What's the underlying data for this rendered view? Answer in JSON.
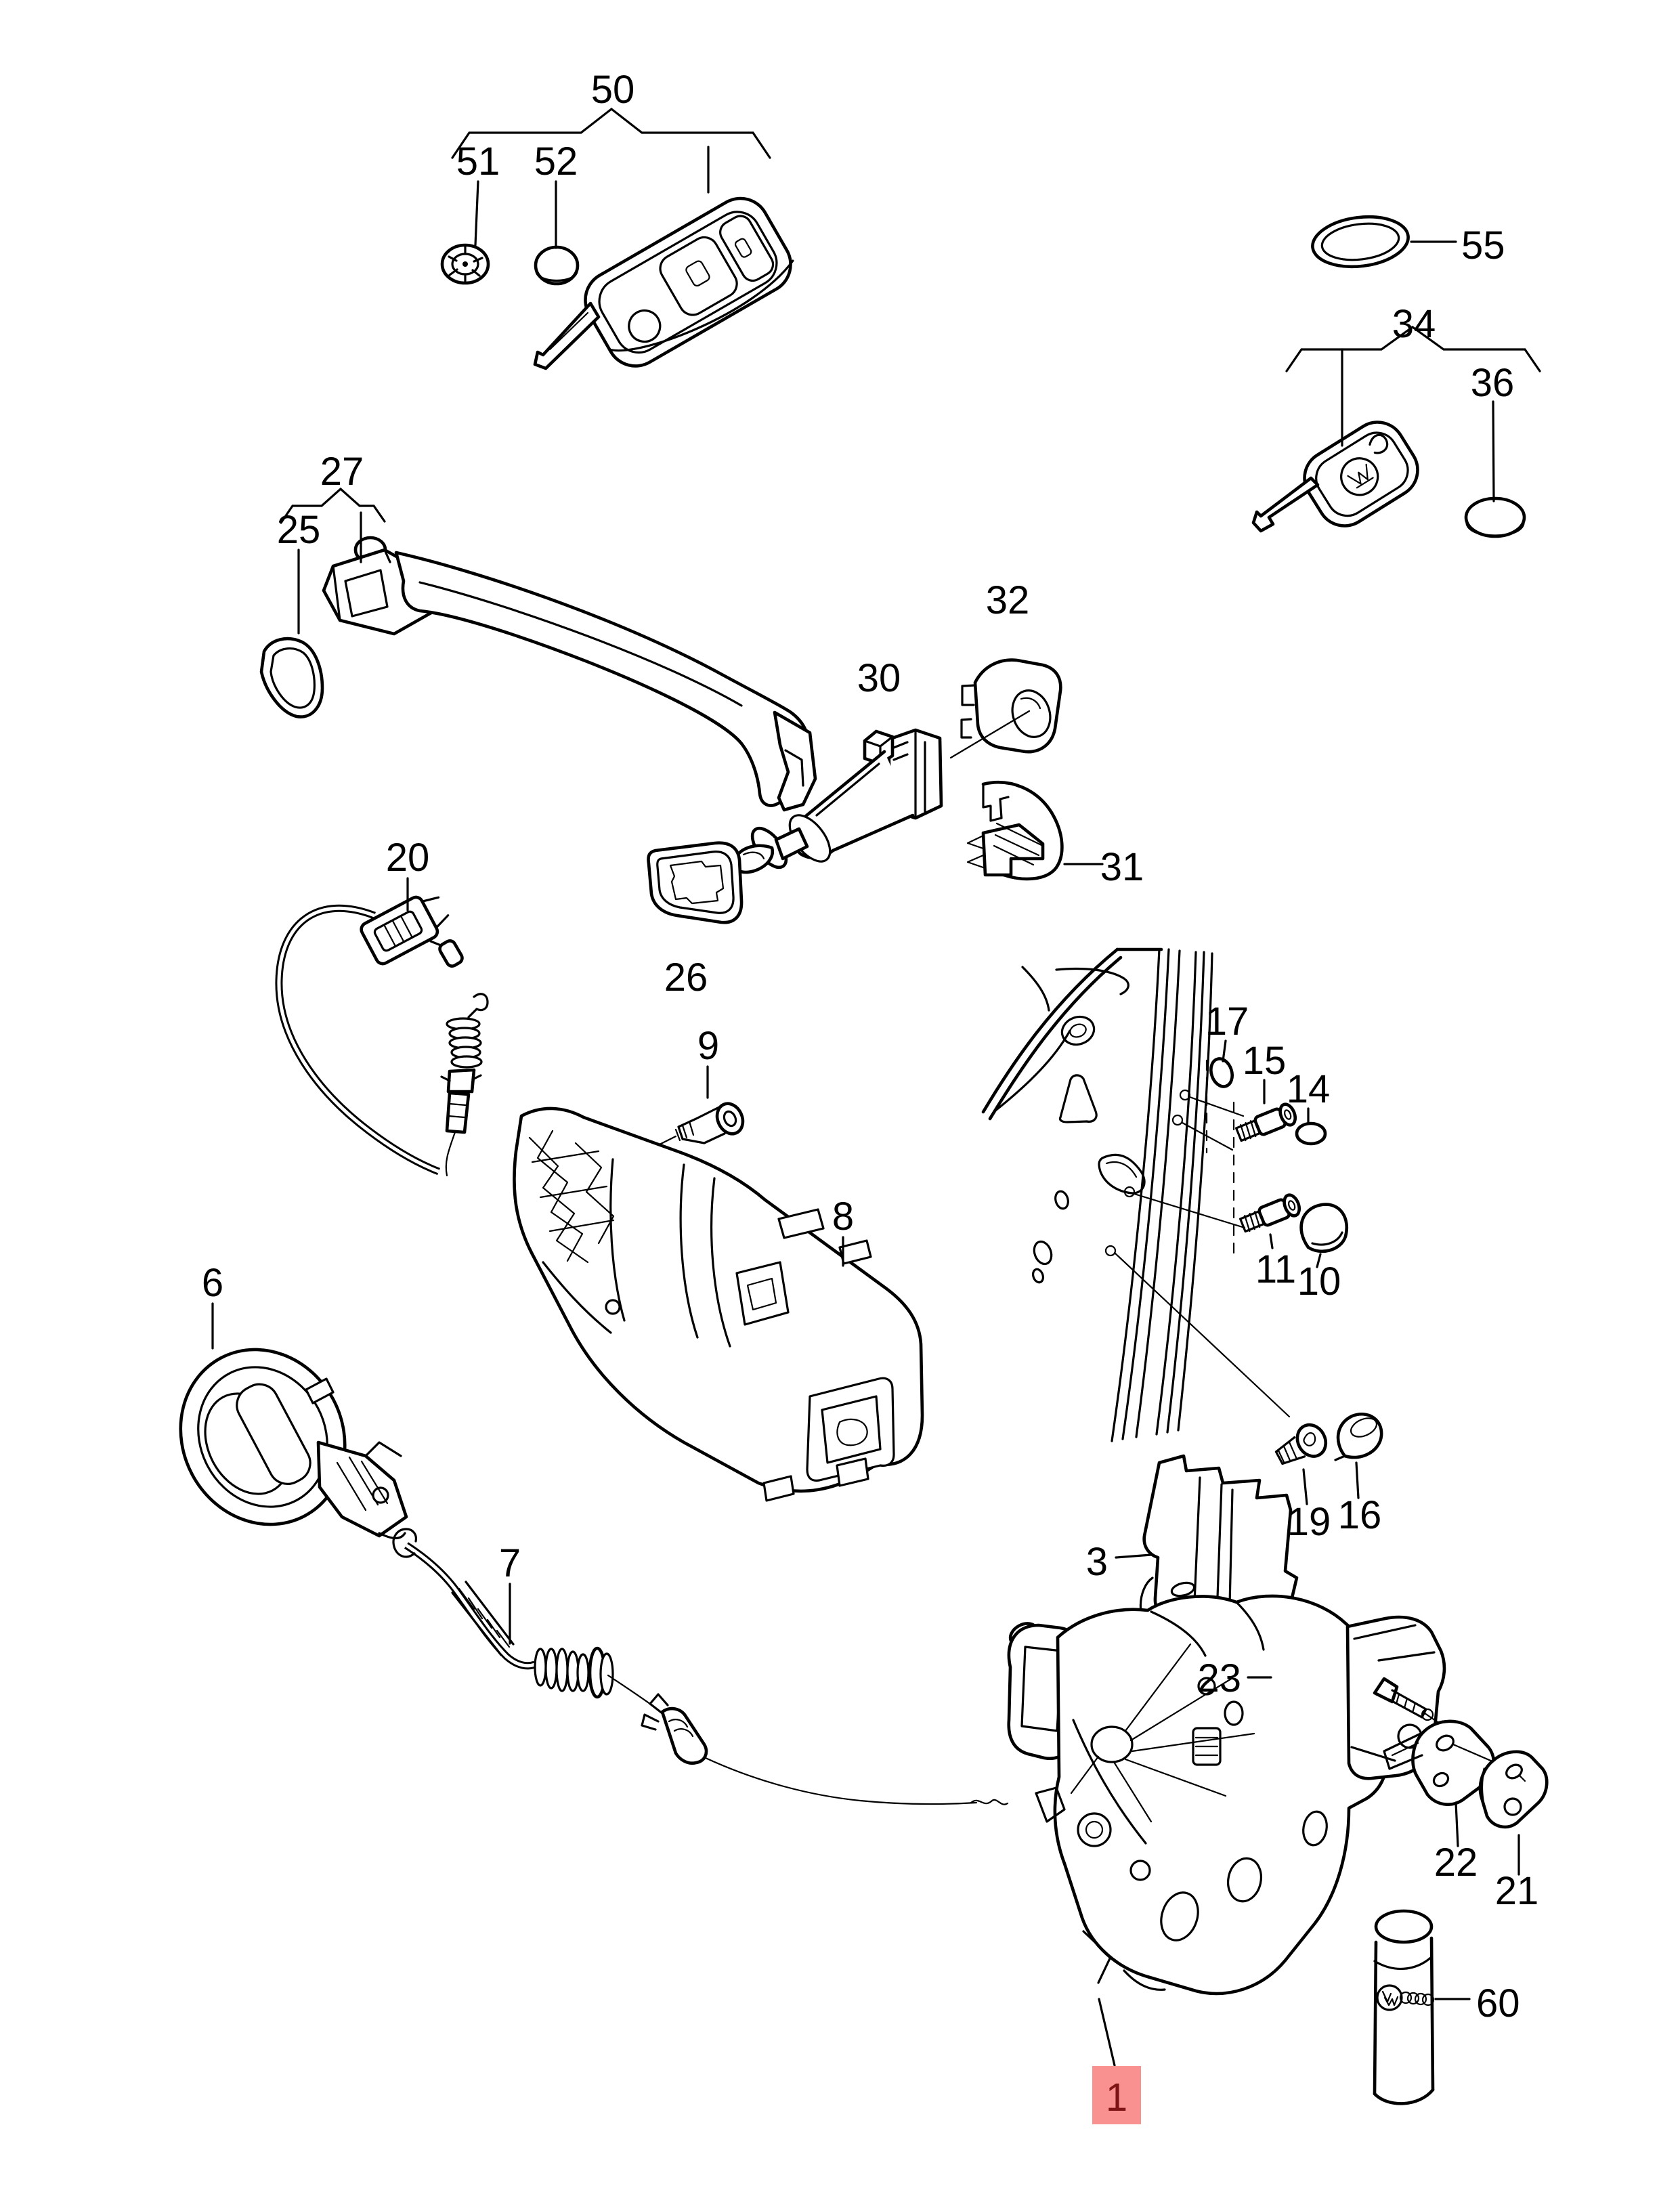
{
  "diagram": {
    "background": "#ffffff",
    "line_color": "#000000",
    "highlight": {
      "box": "#f8918f",
      "text": "#7f1416"
    },
    "callouts": {
      "50": {
        "label": "50"
      },
      "51": {
        "label": "51"
      },
      "52": {
        "label": "52"
      },
      "55": {
        "label": "55"
      },
      "34": {
        "label": "34"
      },
      "36": {
        "label": "36"
      },
      "27": {
        "label": "27"
      },
      "25": {
        "label": "25"
      },
      "32": {
        "label": "32"
      },
      "30": {
        "label": "30"
      },
      "31": {
        "label": "31"
      },
      "26": {
        "label": "26"
      },
      "20": {
        "label": "20"
      },
      "9": {
        "label": "9"
      },
      "8": {
        "label": "8"
      },
      "6": {
        "label": "6"
      },
      "17": {
        "label": "17"
      },
      "15": {
        "label": "15"
      },
      "14": {
        "label": "14"
      },
      "11": {
        "label": "11"
      },
      "10": {
        "label": "10"
      },
      "19": {
        "label": "19"
      },
      "16": {
        "label": "16"
      },
      "3": {
        "label": "3"
      },
      "7": {
        "label": "7"
      },
      "23": {
        "label": "23"
      },
      "22": {
        "label": "22"
      },
      "21": {
        "label": "21"
      },
      "60": {
        "label": "60"
      },
      "1": {
        "label": "1",
        "highlighted": true
      }
    }
  }
}
